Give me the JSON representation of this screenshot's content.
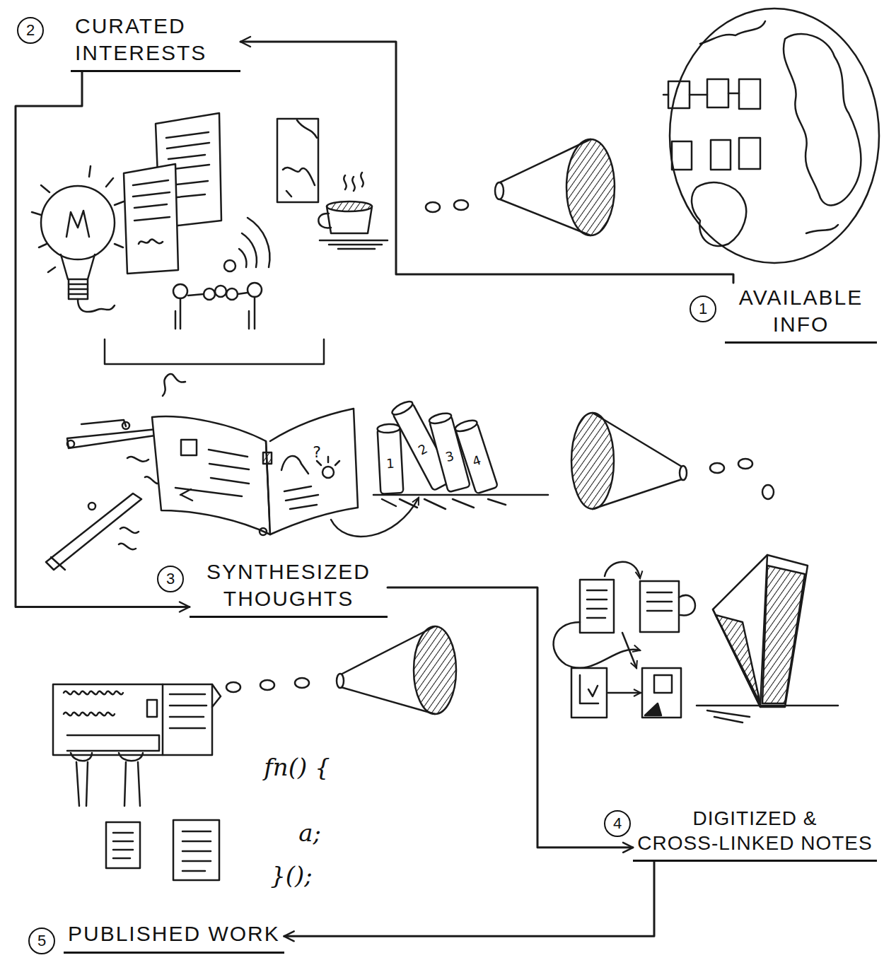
{
  "diagram": {
    "nodes": [
      {
        "text": [
          "CURATED INTERESTS"
        ]
      },
      {
        "text": [
          "AVAILABLE INFO"
        ]
      },
      {
        "text": [
          "SYNTHESIZED THOUGHTS"
        ]
      },
      {
        "text": [
          "DIGITIZED & CROSS-LINKED NOTES"
        ]
      },
      {
        "text": [
          "PUBLISHED WORK"
        ]
      }
    ],
    "edges": [
      {
        "from": 1,
        "to": 0,
        "arrow": "to"
      },
      {
        "from": 0,
        "to": 2,
        "arrow": "to"
      },
      {
        "from": 2,
        "to": 3,
        "arrow": "to"
      },
      {
        "from": 3,
        "to": 4,
        "arrow": "to"
      }
    ],
    "labels": [
      "2",
      "1",
      "?",
      "1",
      "2",
      "3",
      "4",
      "3",
      "4",
      "fn() {",
      "a;",
      "}();",
      "5"
    ]
  }
}
